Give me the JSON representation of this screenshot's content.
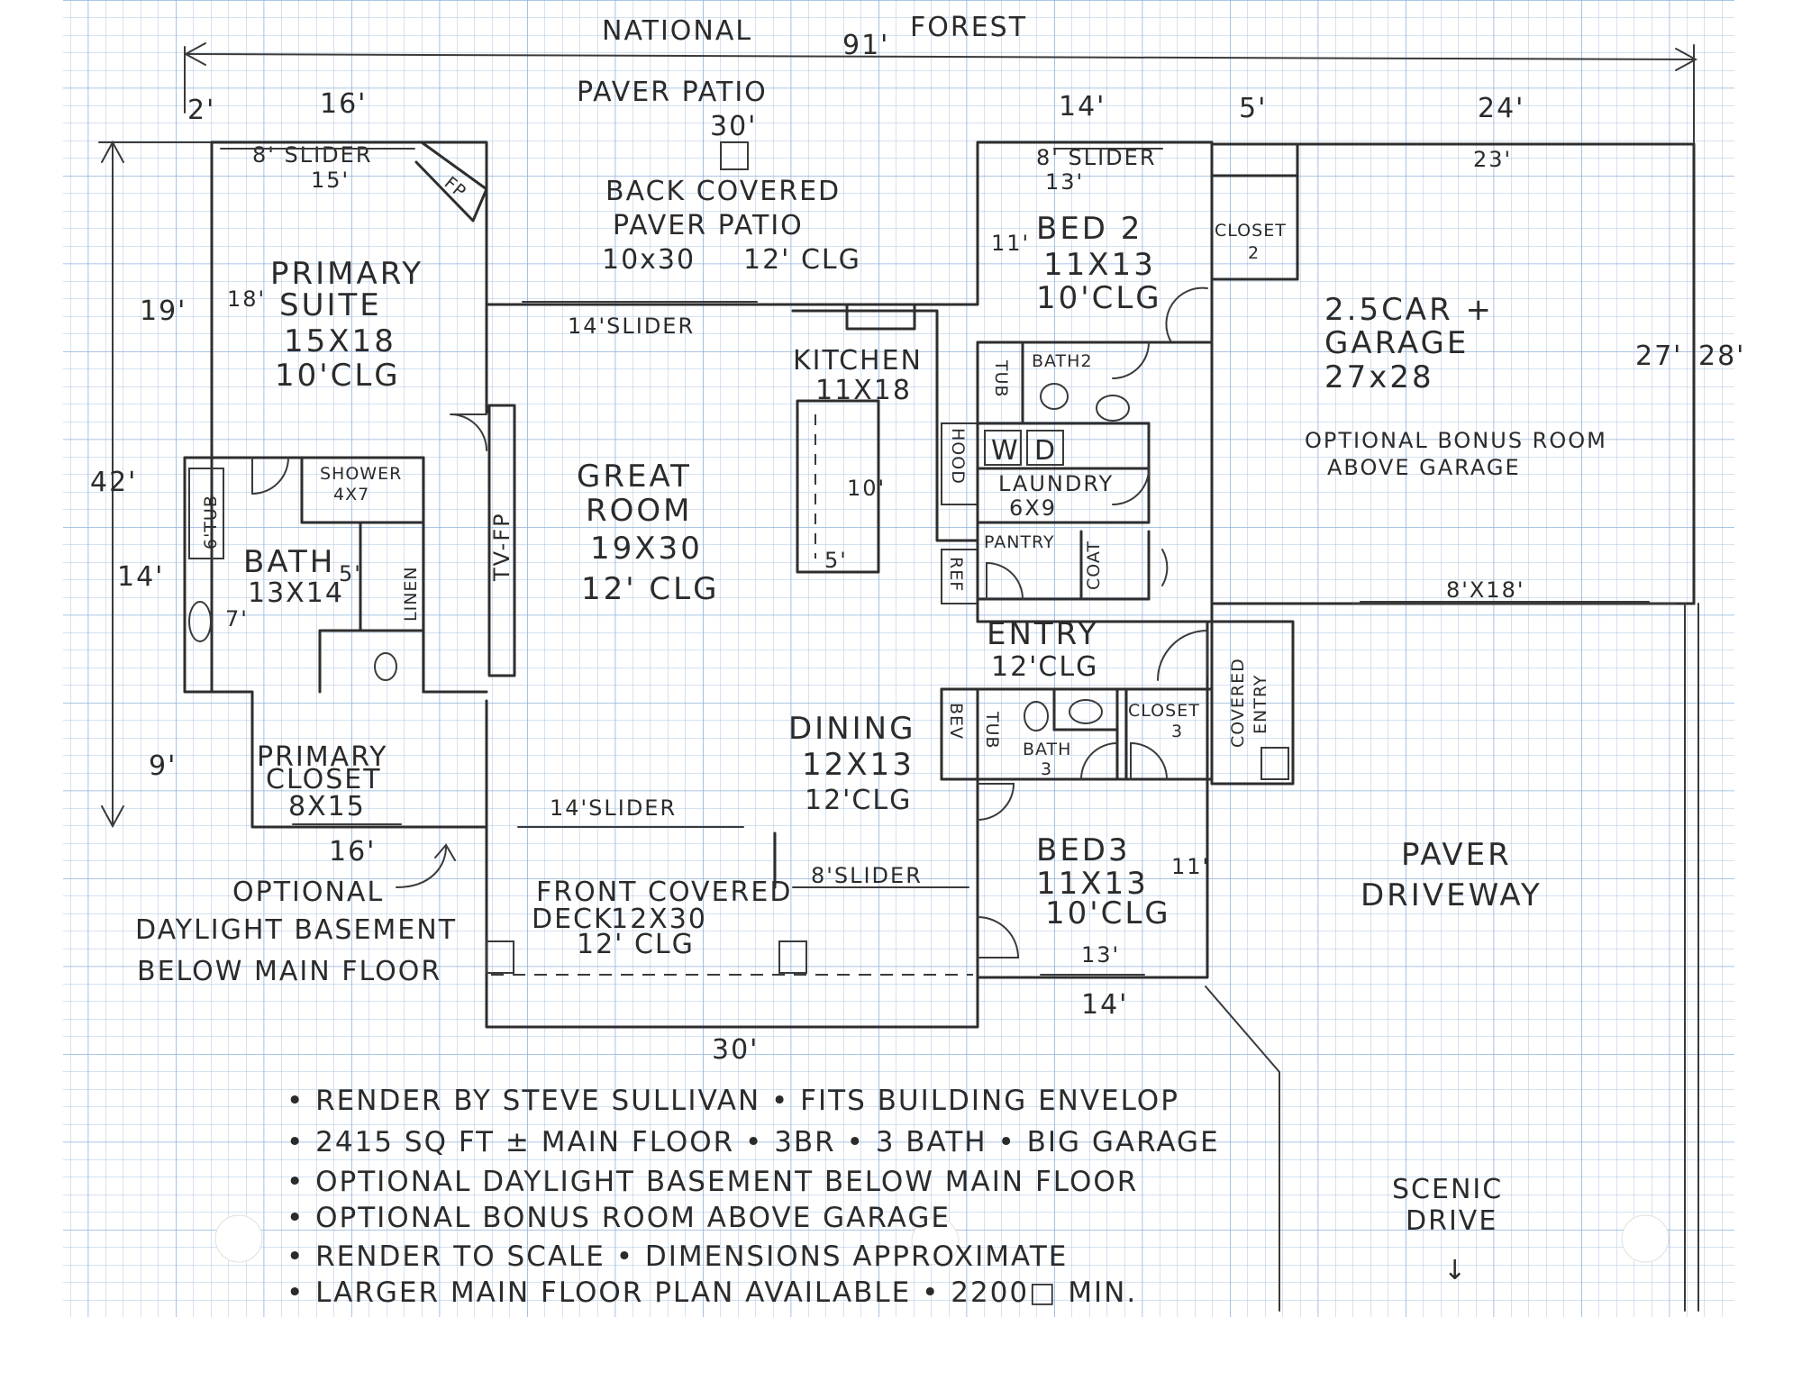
{
  "colors": {
    "paper": "#ffffff",
    "grid": "#a9c6e6",
    "ink": "#2b2b2b"
  },
  "site": {
    "north": "NATIONAL",
    "north2": "FOREST",
    "overall_width": "91'",
    "paver_patio": "PAVER PATIO",
    "paver_patio_width": "30'",
    "south_road": "SCENIC",
    "south_road2": "DRIVE",
    "arrow": "↓"
  },
  "dims": {
    "d2": "2'",
    "d16_top": "16'",
    "d14_top": "14'",
    "d5": "5'",
    "d24": "24'",
    "d23": "23'",
    "d19": "19'",
    "d42": "42'",
    "d14_left": "14'",
    "d9": "9'",
    "d18": "18'",
    "d11_bed2": "11'",
    "d27": "27'",
    "d28": "28'",
    "d16_bottom": "16'",
    "d30_bottom": "30'",
    "d13": "13'",
    "d14_bottom": "14'",
    "d11_bed3": "11'",
    "d10": "10'",
    "d5_island": "5'",
    "d7": "7'",
    "d5_bath": "5'"
  },
  "rooms": {
    "primary_slider": "8' SLIDER",
    "primary_slider_w": "15'",
    "fp": "FP",
    "primary_l1": "PRIMARY",
    "primary_l2": "SUITE",
    "primary_size": "15X18",
    "primary_clg": "10'CLG",
    "patio_l1": "BACK COVERED",
    "patio_l2": "PAVER PATIO",
    "patio_size": "10x30",
    "patio_clg": "12' CLG",
    "slider14_top": "14'SLIDER",
    "bed2_slider": "8' SLIDER",
    "bed2_slider_w": "13'",
    "bed2": "BED 2",
    "bed2_size": "11X13",
    "bed2_clg": "10'CLG",
    "closet2": "CLOSET",
    "closet2_n": "2",
    "garage_l1": "2.5CAR +",
    "garage_l2": "GARAGE",
    "garage_size": "27x28",
    "bonus_l1": "OPTIONAL BONUS ROOM",
    "bonus_l2": "ABOVE GARAGE",
    "kitchen": "KITCHEN",
    "kitchen_size": "11X18",
    "tub": "TUB",
    "bath2": "BATH2",
    "hood": "HOOD",
    "w": "W",
    "d": "D",
    "laundry": "LAUNDRY",
    "laundry_size": "6X9",
    "pantry": "PANTRY",
    "coat": "COAT",
    "ref": "REF",
    "shower": "SHOWER",
    "shower_size": "4X7",
    "tub6": "6'TUB",
    "bath": "BATH",
    "bath_size": "13X14",
    "linen": "LINEN",
    "tvfp": "TV-FP",
    "great_l1": "GREAT",
    "great_l2": "ROOM",
    "great_size": "19X30",
    "great_clg": "12' CLG",
    "entry": "ENTRY",
    "entry_clg": "12'CLG",
    "garage_door": "8'X18'",
    "covered_l1": "COVERED",
    "covered_l2": "ENTRY",
    "bev": "BEV",
    "tub3": "TUB",
    "bath3": "BATH",
    "bath3_n": "3",
    "closet3": "CLOSET",
    "closet3_n": "3",
    "dining": "DINING",
    "dining_size": "12X13",
    "dining_clg": "12'CLG",
    "pclos_l1": "PRIMARY",
    "pclos_l2": "CLOSET",
    "pclos_size": "8X15",
    "slider14_bottom": "14'SLIDER",
    "slider8_bottom": "8'SLIDER",
    "bed3": "BED3",
    "bed3_size": "11X13",
    "bed3_clg": "10'CLG",
    "deck_l1": "FRONT COVERED",
    "deck_l2": "DECK",
    "deck_size": "12X30",
    "deck_clg": "12' CLG",
    "paver_drive_l1": "PAVER",
    "paver_drive_l2": "DRIVEWAY",
    "basement_l1": "OPTIONAL",
    "basement_l2": "DAYLIGHT BASEMENT",
    "basement_l3": "BELOW MAIN FLOOR"
  },
  "notes": [
    "• RENDER BY STEVE SULLIVAN • FITS BUILDING ENVELOP",
    "• 2415 SQ FT ± MAIN FLOOR • 3BR • 3 BATH • BIG GARAGE",
    "• OPTIONAL DAYLIGHT BASEMENT BELOW MAIN FLOOR",
    "• OPTIONAL BONUS ROOM ABOVE GARAGE",
    "• RENDER TO SCALE • DIMENSIONS APPROXIMATE",
    "• LARGER MAIN FLOOR PLAN AVAILABLE • 2200□ MIN."
  ]
}
